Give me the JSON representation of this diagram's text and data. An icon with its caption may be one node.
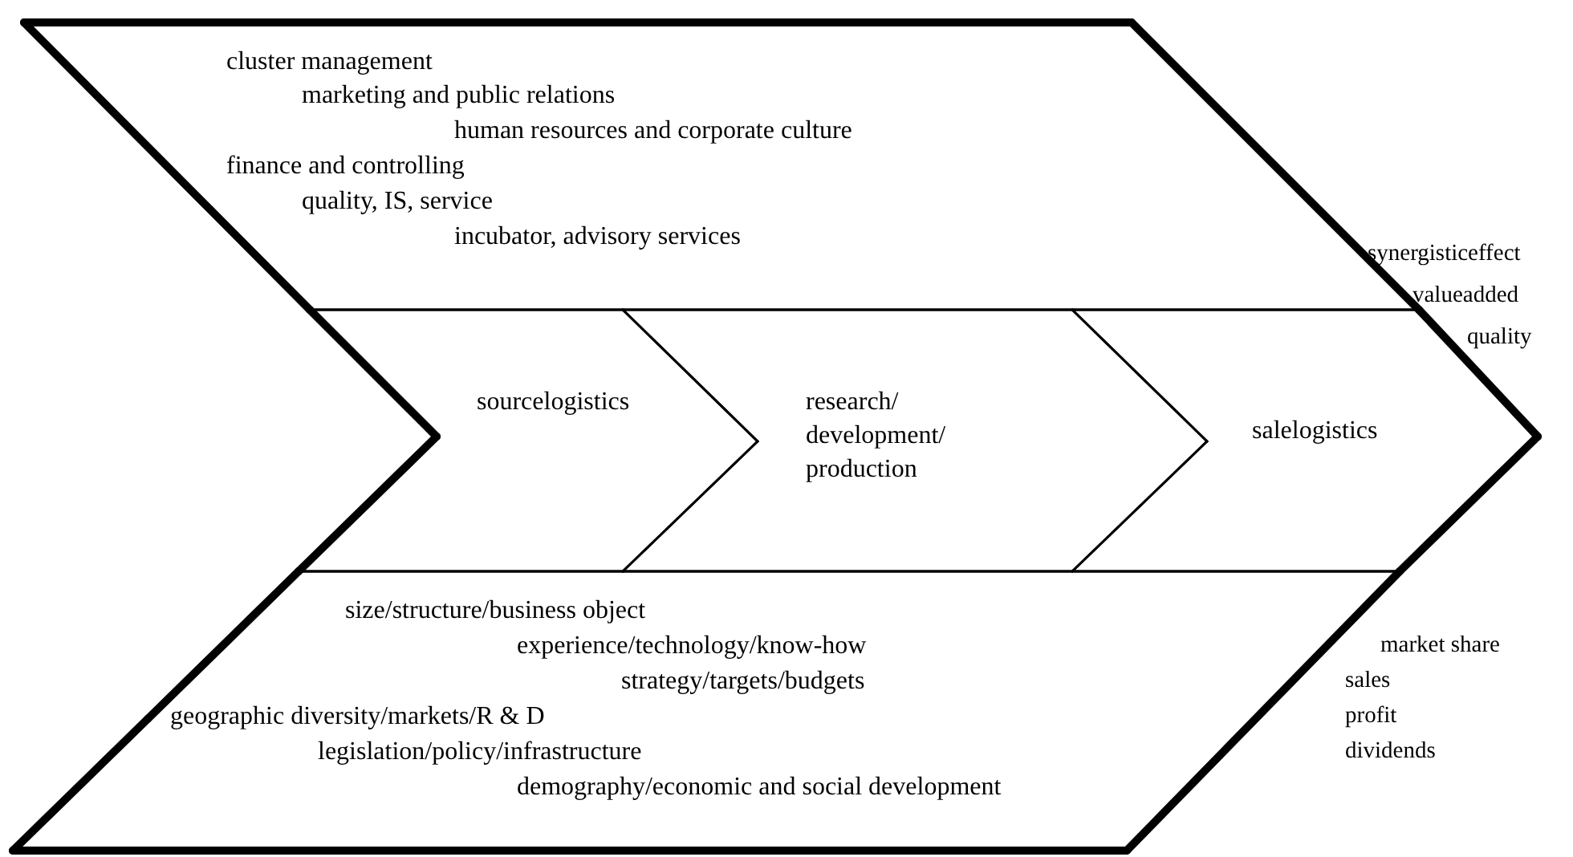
{
  "diagram": {
    "nodes": [
      {
        "text": [
          "cluster management",
          "marketing and public relations",
          "human resources and corporate culture",
          "finance and controlling",
          "quality, IS, service",
          "incubator, advisory services"
        ]
      },
      {
        "text": [
          "sourcelogistics"
        ]
      },
      {
        "text": [
          "research/ development/ production"
        ]
      },
      {
        "text": [
          "salelogistics"
        ]
      },
      {
        "text": [
          "size/structure/business object",
          "experience/technology/know-how",
          "strategy/targets/budgets",
          "geographic diversity/markets/R & D",
          "legislation/policy/infrastructure",
          "demography/economic and social development"
        ]
      }
    ],
    "labels": [
      "synergisticeffect",
      "valueadded",
      "quality",
      "market share",
      "sales",
      "profit",
      "dividends"
    ]
  }
}
